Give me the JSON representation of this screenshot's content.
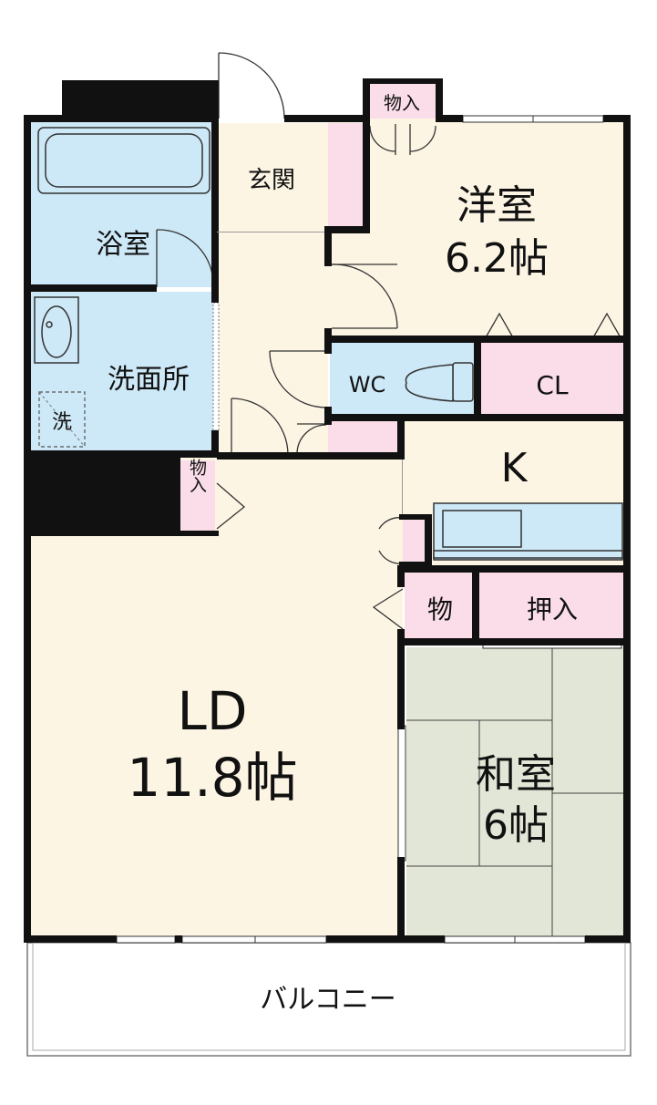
{
  "rooms": {
    "western": {
      "name": "洋室",
      "size": "6.2帖"
    },
    "ld": {
      "name": "LD",
      "size": "11.8帖"
    },
    "japanese": {
      "name": "和室",
      "size": "6帖"
    },
    "kitchen": {
      "name": "K"
    },
    "bath": {
      "name": "浴室"
    },
    "washroom": {
      "name": "洗面所"
    },
    "entrance": {
      "name": "玄関"
    },
    "toilet": {
      "name": "WC"
    },
    "closet": {
      "name": "CL"
    },
    "storage_small": {
      "name": "物"
    },
    "oshiire": {
      "name": "押入"
    },
    "storage_top": {
      "name": "物入"
    },
    "storage_side": {
      "name": "物入"
    },
    "washer": {
      "name": "洗"
    },
    "balcony": {
      "name": "バルコニー"
    }
  },
  "colors": {
    "living": "#fdf5e4",
    "wet": "#cde8f6",
    "storage": "#fadde8",
    "tatami": "#e2e6d6",
    "wall": "#111111"
  }
}
